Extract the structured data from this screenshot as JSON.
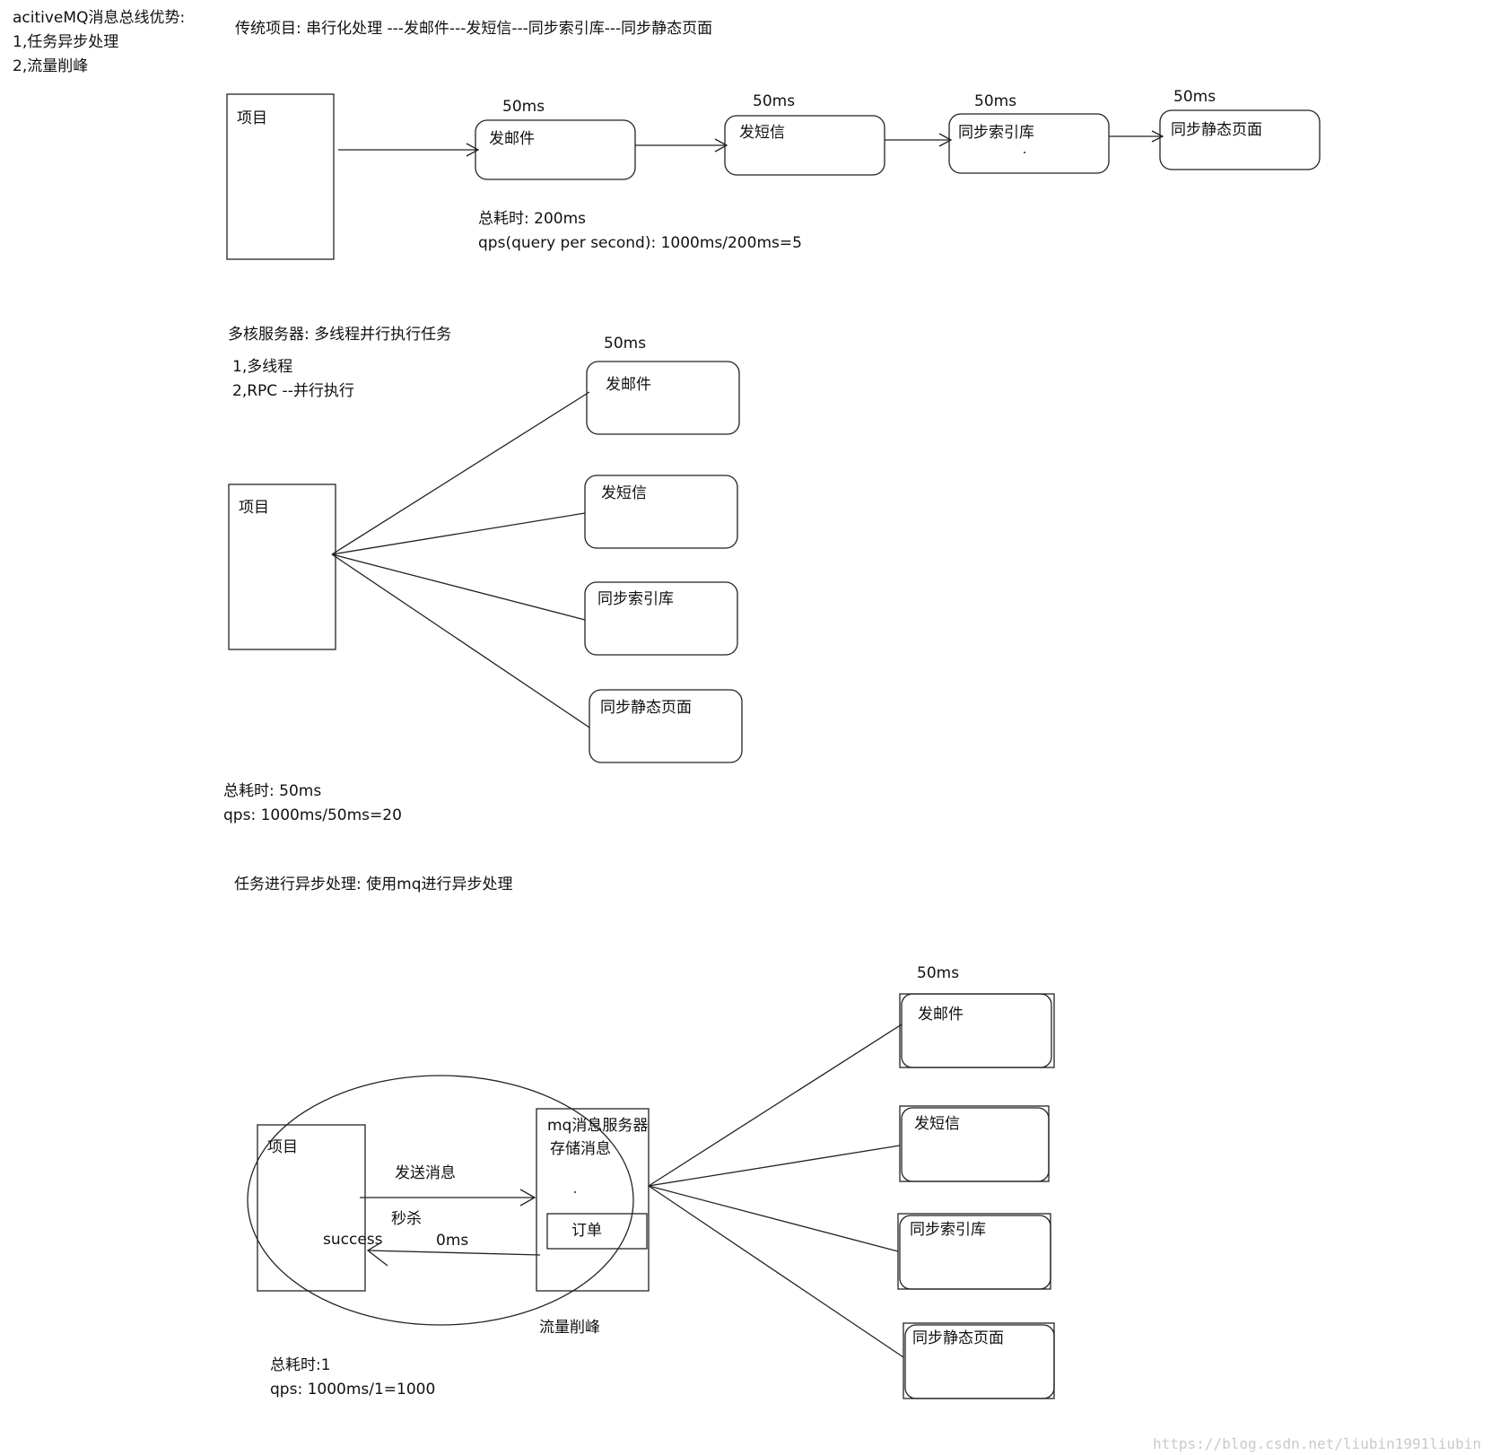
{
  "intro": {
    "title": "acitiveMQ消息总线优势:",
    "items": [
      "1,任务异步处理",
      "2,流量削峰"
    ]
  },
  "section1": {
    "heading": "传统项目: 串行化处理 ---发邮件---发短信---同步索引库---同步静态页面",
    "project_label": "项目",
    "steps": [
      {
        "label": "发邮件",
        "time": "50ms"
      },
      {
        "label": "发短信",
        "time": "50ms"
      },
      {
        "label": "同步索引库",
        "time": "50ms"
      },
      {
        "label": "同步静态页面",
        "time": "50ms"
      }
    ],
    "total": "总耗时: 200ms",
    "qps": "qps(query per second): 1000ms/200ms=5"
  },
  "section2": {
    "heading": "多核服务器: 多线程并行执行任务",
    "items": [
      "1,多线程",
      "2,RPC --并行执行"
    ],
    "project_label": "项目",
    "time": "50ms",
    "tasks": [
      "发邮件",
      "发短信",
      "同步索引库",
      "同步静态页面"
    ],
    "total": "总耗时: 50ms",
    "qps": "qps: 1000ms/50ms=20"
  },
  "section3": {
    "heading": "任务进行异步处理: 使用mq进行异步处理",
    "project_label": "项目",
    "send_label": "发送消息",
    "seckill_label": "秒杀",
    "success_label": "success",
    "zero_label": "0ms",
    "server_title": "mq消息服务器",
    "server_sub": "存储消息",
    "order_label": "订单",
    "peak_label": "流量削峰",
    "time": "50ms",
    "tasks": [
      "发邮件",
      "发短信",
      "同步索引库",
      "同步静态页面"
    ],
    "total": "总耗时:1",
    "qps": "qps: 1000ms/1=1000"
  },
  "watermark": "https://blog.csdn.net/liubin1991liubin"
}
